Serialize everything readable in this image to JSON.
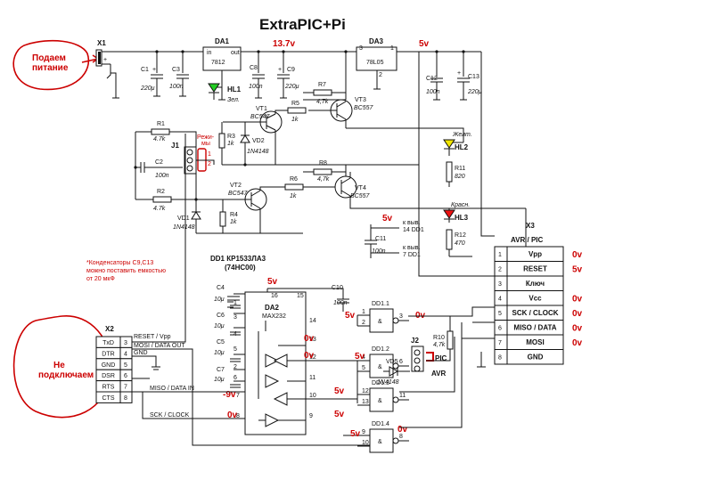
{
  "title": "ExtraPIC+Pi",
  "annotations": {
    "power_in": [
      "Подаем",
      "питание"
    ],
    "not_connected": [
      "Не",
      "подключаем"
    ],
    "capacitor_note": [
      "*Конденсаторы C9,C13",
      "можно поставить емкостью",
      "от 20 мкФ"
    ]
  },
  "voltages": {
    "v13_7": "13.7v",
    "v5_top": "5v",
    "v5_dd1": "5v",
    "v5_da2": "5v",
    "v5_dd1_1": "5v",
    "v0_dd1_1": "0v",
    "v5_dd1_2": "5v",
    "v5_dd1_3": "5v",
    "v5_dd1_4": "5v",
    "v0_dd1_4": "0v",
    "v5_nd11": "5v",
    "v0_13": "0v",
    "v0_12": "0v",
    "vm9": "-9v",
    "v0_8": "0v",
    "x3_vpp": "0v",
    "x3_reset": "5v",
    "x3_vcc": "0v",
    "x3_sck": "0v",
    "x3_miso": "0v",
    "x3_mosi": "0v"
  },
  "components": {
    "x1": "X1",
    "da1": "DA1",
    "da1_part": "7812",
    "da3": "DA3",
    "da3_part": "78L05",
    "c1": "C1",
    "c1_val": "220μ",
    "c3": "C3",
    "c3_val": "100n",
    "c8": "C8",
    "c8_val": "100n",
    "c9": "C9",
    "c9_val": "220μ",
    "c12": "C12",
    "c12_val": "100n",
    "c13": "C13",
    "c13_val": "220μ",
    "hl1": "HL1",
    "hl1_color": "Зел.",
    "hl2": "HL2",
    "hl2_color": "Желт.",
    "hl3": "HL3",
    "hl3_color": "Красн.",
    "r1": "R1",
    "r1_val": "4.7k",
    "r2": "R2",
    "r2_val": "4.7k",
    "r3": "R3",
    "r3_val": "1k",
    "r4": "R4",
    "r4_val": "1k",
    "r5": "R5",
    "r5_val": "1k",
    "r6": "R6",
    "r6_val": "1k",
    "r7": "R7",
    "r7_val": "4,7k",
    "r8": "R8",
    "r8_val": "4,7k",
    "r10": "R10",
    "r10_val": "4,7k",
    "r11": "R11",
    "r11_val": "820",
    "r12": "R12",
    "r12_val": "470",
    "vt1": "VT1",
    "vt1_part": "BC547",
    "vt2": "VT2",
    "vt2_part": "BC547",
    "vt3": "VT3",
    "vt3_part": "BC557",
    "vt4": "VT4",
    "vt4_part": "BC557",
    "vd1": "VD1",
    "vd1_part": "1N4148",
    "vd2": "VD2",
    "vd2_part": "1N4148",
    "vd5": "VD5",
    "vd5_part": "1N4148",
    "j1": "J1",
    "j1_mode": "Режи-",
    "j1_mode2": "мы",
    "j2": "J2",
    "j2_pic": "PIC",
    "j2_avr": "AVR",
    "c2": "C2",
    "c2_val": "100n",
    "c11": "C11",
    "c11_val": "100n",
    "c11_pin14": "к выв.",
    "c11_pin14b": "14  DD1",
    "c11_pin7": "к выв.",
    "c11_pin7b": "7  DD1",
    "c4": "C4",
    "c5": "C5",
    "c6": "C6",
    "c7": "C7",
    "c_small_val": "10μ",
    "c10": "C10",
    "c10_val": "100n",
    "da2": "DA2",
    "da2_part": "MAX232",
    "dd1_title": "DD1 КР1533ЛА3",
    "dd1_sub": "(74HC00)",
    "dd1_1": "DD1.1",
    "dd1_2": "DD1.2",
    "dd1_3": "DD1.3",
    "dd1_4": "DD1.4",
    "amp": "&"
  },
  "x2": {
    "title": "X2",
    "pins": [
      "TxD",
      "DTR",
      "GND",
      "DSR",
      "RTS",
      "CTS"
    ],
    "nums": [
      "3",
      "4",
      "5",
      "6",
      "7",
      "8"
    ],
    "signals": [
      "RESET / Vpp",
      "MOSI / DATA OUT",
      "GND",
      "MISO / DATA IN",
      "SCK / CLOCK"
    ]
  },
  "x3": {
    "title": "X3",
    "subtitle": "AVR / PIC",
    "nums": [
      "1",
      "2",
      "3",
      "4",
      "5",
      "6",
      "7",
      "8"
    ],
    "labels": [
      "Vpp",
      "RESET",
      "Ключ",
      "Vcc",
      "SCK / CLOCK",
      "MISO / DATA",
      "MOSI",
      "GND"
    ]
  },
  "colors": {
    "annotation": "#c00000",
    "led_green": "#22cc22",
    "led_yellow": "#f2e600",
    "led_red": "#ee1111"
  }
}
